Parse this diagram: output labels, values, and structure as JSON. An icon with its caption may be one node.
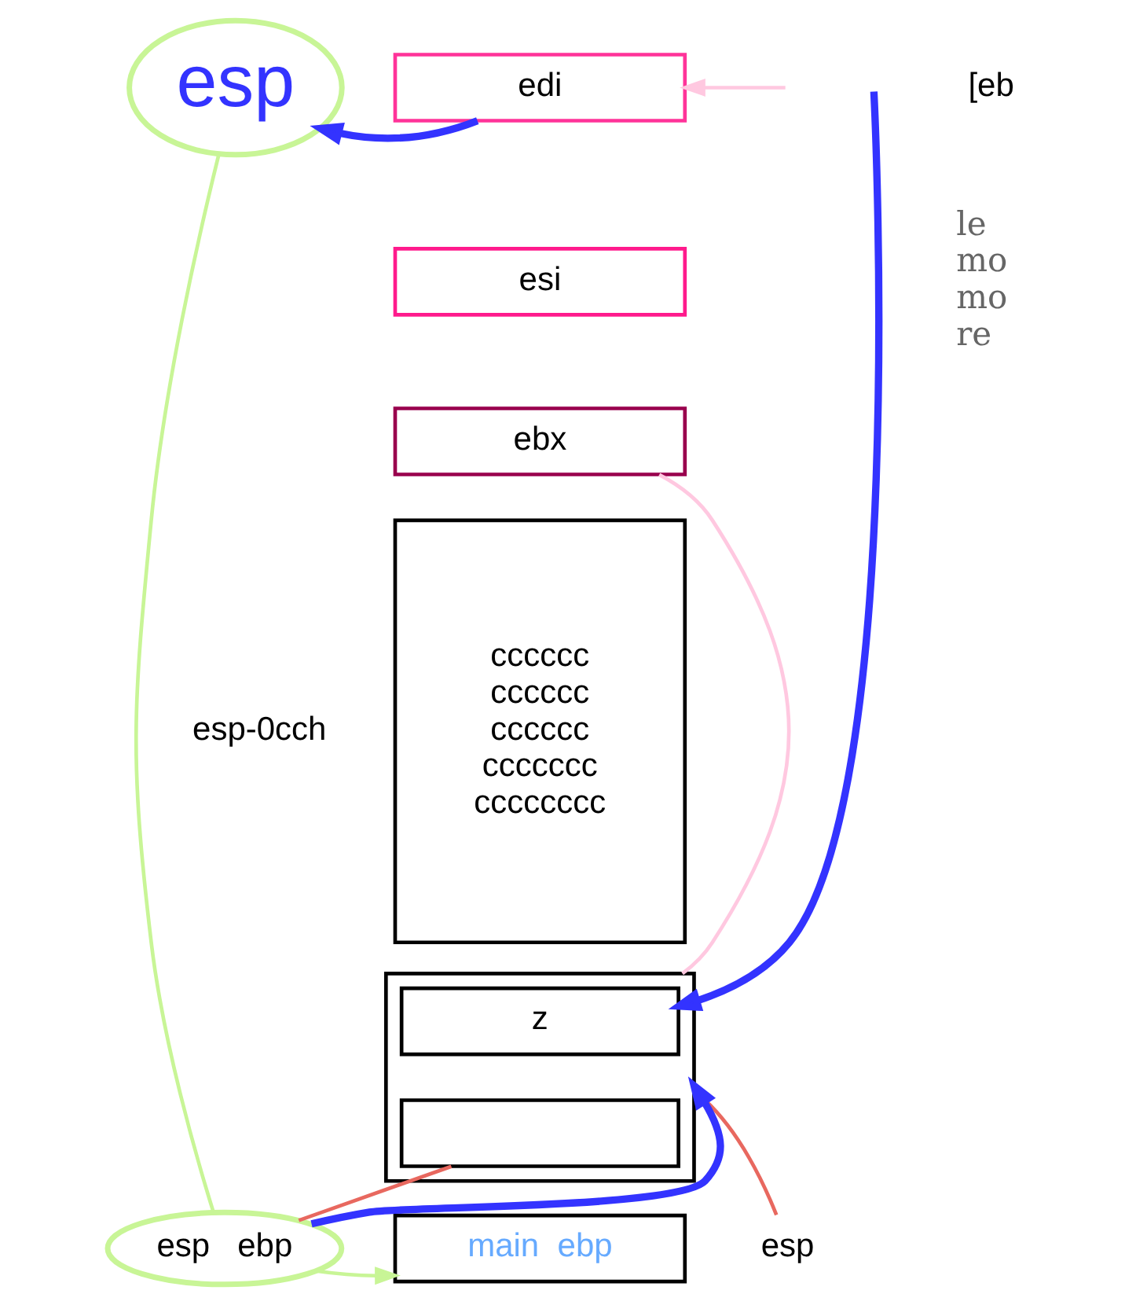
{
  "diagram": {
    "nodes": [
      {
        "text": [
          "esp"
        ]
      },
      {
        "text": [
          "edi"
        ]
      },
      {
        "text": [
          "esi"
        ]
      },
      {
        "text": [
          "ebx"
        ]
      },
      {
        "text": [
          "cccccc",
          "cccccc",
          "cccccc",
          "ccccccc",
          "cccccccc"
        ]
      },
      {
        "text": [],
        "shape": "box"
      },
      {
        "text": [
          "z"
        ],
        "in": 5
      },
      {
        "text": [],
        "shape": "box",
        "in": 5
      },
      {
        "text": [
          "main  ebp"
        ]
      },
      {
        "text": [
          "esp-0cch"
        ]
      },
      {
        "text": [
          "esp"
        ]
      },
      {
        "text": [
          "esp   ebp"
        ]
      }
    ],
    "edges": [
      {
        "from": 1,
        "to": 0,
        "arrow": "to",
        "color": "#3333ff",
        "style": "thick"
      },
      {
        "from": null,
        "to": 1,
        "arrow": "to",
        "color": "#ffc8e0"
      },
      {
        "from": 3,
        "to": 5,
        "arrow": "none",
        "color": "#ffc8e0"
      },
      {
        "from": 10,
        "to": 5,
        "arrow": "none",
        "color": "#e8685f"
      },
      {
        "from": 11,
        "to": 5,
        "arrow": "to",
        "color": "#3333ff",
        "style": "thick"
      },
      {
        "from": 11,
        "to": 7,
        "arrow": "none",
        "color": "#e8685f"
      },
      {
        "from": 11,
        "to": 8,
        "arrow": "to",
        "color": "#c8f596"
      },
      {
        "from": null,
        "to": 6,
        "arrow": "to",
        "color": "#3333ff",
        "style": "thick"
      },
      {
        "from": 0,
        "to": 11,
        "arrow": "none",
        "color": "#c8f596"
      }
    ],
    "labels": [
      "[eb",
      "le",
      "mo",
      "mo",
      "re"
    ]
  }
}
